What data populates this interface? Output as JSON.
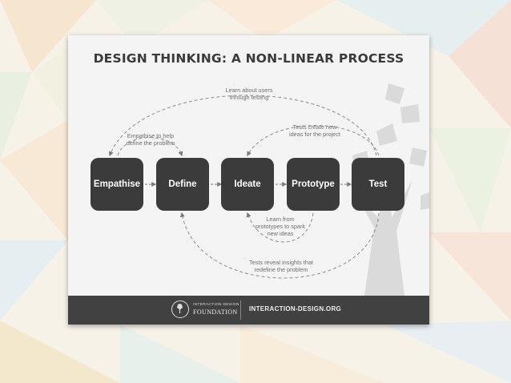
{
  "title": "DESIGN THINKING: A NON-LINEAR PROCESS",
  "stages": [
    "Empathise",
    "Define",
    "Ideate",
    "Prototype",
    "Test"
  ],
  "notes": {
    "learn_users": "Learn about users\nthrough testing",
    "empathise_help": "Empathise to help\ndefine the problem",
    "tests_ideas": "Tests create new\nideas for the project",
    "learn_prototypes": "Learn from\nprototypes to spark\nnew ideas",
    "tests_reveal": "Tests reveal insights that\nredefine the problem"
  },
  "footer": {
    "org_line1": "INTERACTION DESIGN",
    "org_line2": "FOUNDATION",
    "url": "INTERACTION-DESIGN.ORG"
  },
  "colors": {
    "box": "#3b3b3b",
    "footer": "#414141",
    "card": "#f4f4f4",
    "arrow": "#7a7a7a"
  }
}
